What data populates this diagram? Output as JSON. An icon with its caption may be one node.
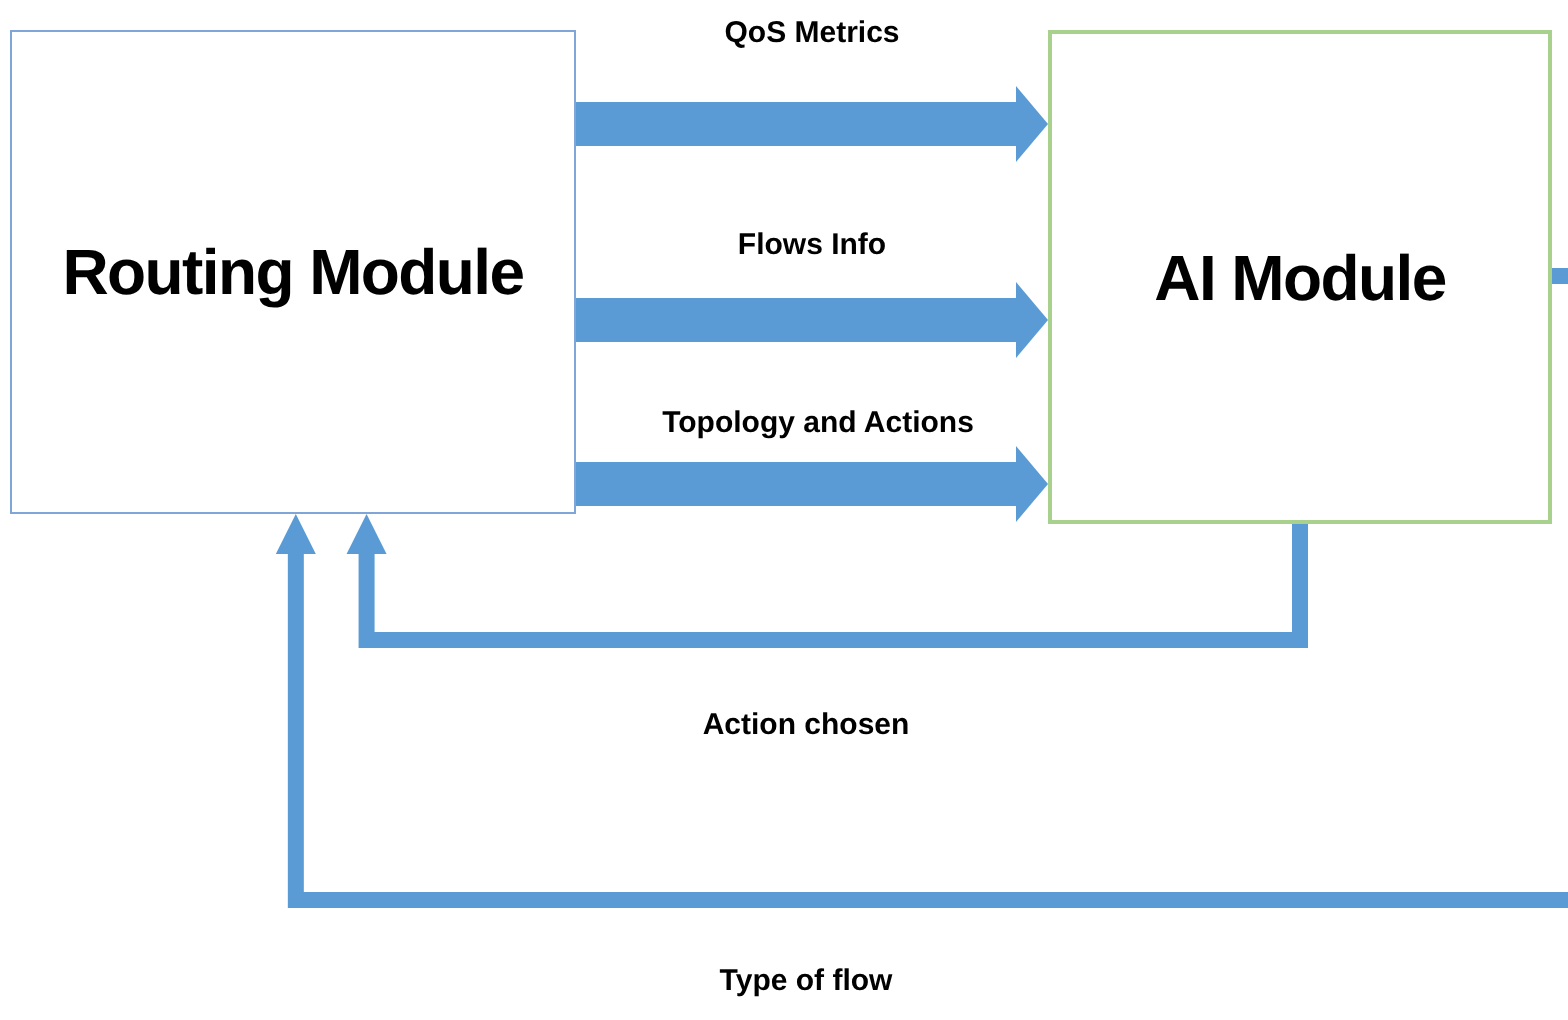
{
  "diagram": {
    "nodes": [
      {
        "text": [
          "Routing Module"
        ]
      },
      {
        "text": [
          "AI Module"
        ]
      }
    ],
    "edges": [
      {
        "from": 0,
        "to": 1,
        "arrow": "to",
        "label": "QoS Metrics",
        "style": "thick"
      },
      {
        "from": 0,
        "to": 1,
        "arrow": "to",
        "label": "Flows Info",
        "style": "thick"
      },
      {
        "from": 0,
        "to": 1,
        "arrow": "to",
        "label": "Topology and Actions",
        "style": "thick"
      },
      {
        "from": 1,
        "to": 0,
        "arrow": "to",
        "label": "Action chosen"
      },
      {
        "from": null,
        "to": 0,
        "arrow": "to",
        "label": "Type of flow"
      },
      {
        "from": 1,
        "to": null,
        "arrow": "none"
      }
    ]
  }
}
